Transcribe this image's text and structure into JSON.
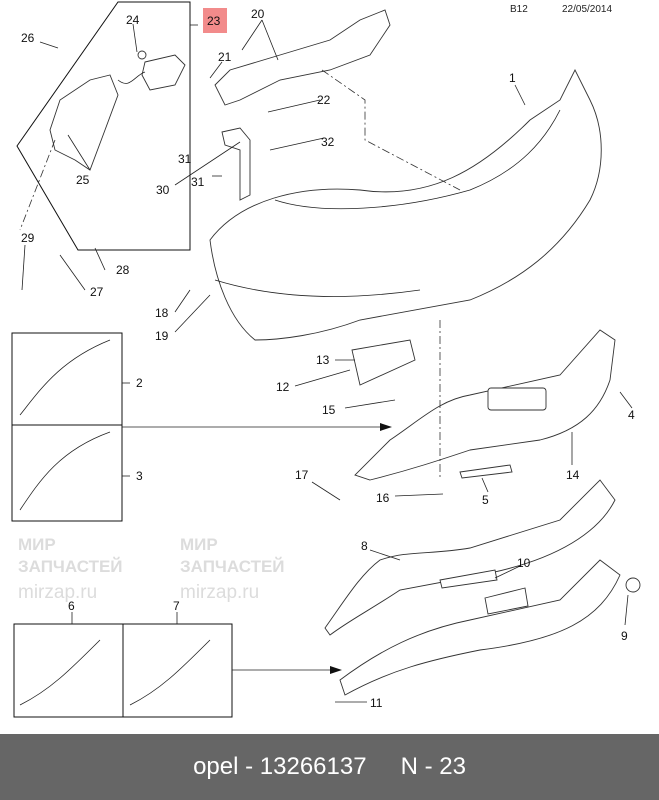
{
  "header": {
    "code": "B12",
    "date": "22/05/2014",
    "highlighted_callout": "23"
  },
  "watermark": {
    "line1": "МИР",
    "line2": "ЗАПЧАСТЕЙ",
    "site": "mirzap.ru"
  },
  "callouts": [
    "1",
    "2",
    "3",
    "4",
    "5",
    "6",
    "7",
    "8",
    "9",
    "10",
    "11",
    "12",
    "13",
    "14",
    "15",
    "16",
    "17",
    "18",
    "19",
    "20",
    "21",
    "22",
    "24",
    "25",
    "26",
    "27",
    "28",
    "29",
    "30",
    "31",
    "31",
    "32"
  ],
  "footer": {
    "part": "opel - 13266137",
    "number": "N - 23"
  },
  "colors": {
    "highlight": "#f28b8b",
    "footer_bg": "#666666"
  }
}
